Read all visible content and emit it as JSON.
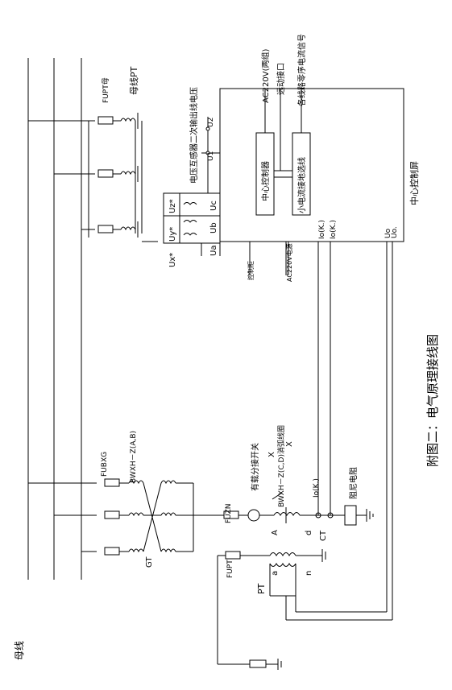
{
  "diagram": {
    "caption": "附图二：电气原理接线图",
    "labels": {
      "busbar": "母线",
      "bus_pt": "母线PT",
      "fu_pt_bus": "FUPT母",
      "fu_bxg": "FUBXG",
      "fu_zn": "FUZN",
      "fu_pt": "FUPT",
      "gt": "GT",
      "pt": "PT",
      "ct": "CT",
      "bwxh": "BWXH－Z(A,B)",
      "tap_switch": "有载分接开关",
      "bwxh_cd": "BWXH－Z(C,D)消弧线圈",
      "x": "X",
      "x2": "X",
      "io_kc": "Io(K.)",
      "damping": "阻尼电阻",
      "term_a": "A",
      "term_d": "d",
      "term_a2": "a",
      "term_n": "n",
      "vt_input": "电压互感器二次输出线电压",
      "ua": "Ua",
      "ub": "Ub",
      "uc": "Uc",
      "ux": "Ux*",
      "uy": "Uy*",
      "uz": "Uz*",
      "u1": "U1",
      "u2": "U2",
      "ac220_bottom": "AC220V电源",
      "switch_cabinet": "控制柜",
      "central_controller": "中心控制器",
      "small_current": "小电流接地选线",
      "ac220_top": "AC220V(两组)",
      "remote_port": "远动接口",
      "feeder_signal": "各线路零序电流信号",
      "io1": "Io(K.)",
      "io2": "Io(K.)",
      "uo": "Uo",
      "uo2": "Uo.",
      "central_panel": "中心控制屏"
    }
  }
}
